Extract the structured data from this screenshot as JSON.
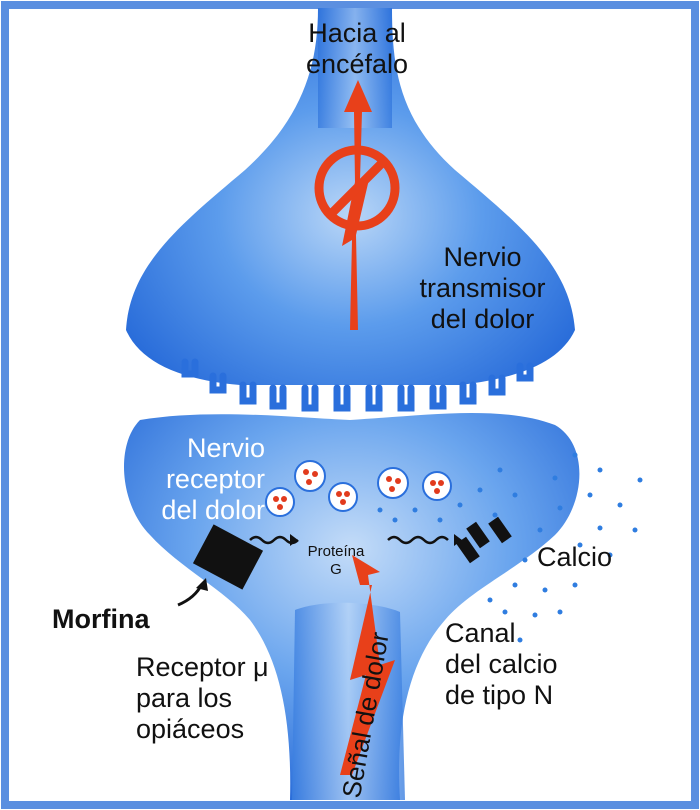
{
  "labels": {
    "to_brain": [
      "Hacia al",
      "encéfalo"
    ],
    "transmitter_nerve": [
      "Nervio",
      "transmisor",
      "del dolor"
    ],
    "receptor_nerve": [
      "Nervio",
      "receptor",
      "del dolor"
    ],
    "g_protein": [
      "Proteína",
      "G"
    ],
    "calcium": "Calcio",
    "morphine": "Morfina",
    "mu_receptor": [
      "Receptor μ",
      "para los",
      "opiáceos"
    ],
    "calcium_channel": [
      "Canal",
      "del calcio",
      "de tipo N"
    ],
    "pain_signal": "Señal de dolor"
  },
  "colors": {
    "frame": "#5b8fe0",
    "nerve_blue": "#3f86e8",
    "nerve_light": "#a9ccf5",
    "signal_red": "#e8401a",
    "calcium_dots": "#2f7de0"
  },
  "icons": [
    "prohibition-icon",
    "morphine-block",
    "calcium-channel-icon",
    "vesicle-icon"
  ]
}
